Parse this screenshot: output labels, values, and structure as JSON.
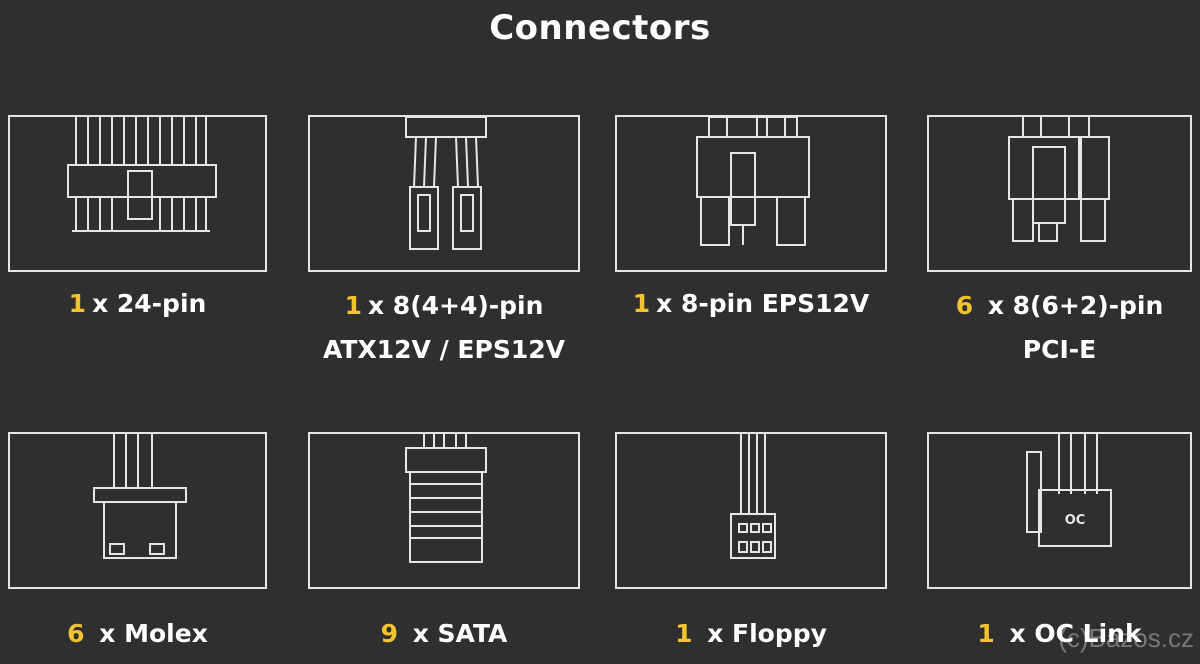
{
  "title": "Connectors",
  "connectors": [
    {
      "count": "1",
      "line1": "x 24-pin",
      "line2": "",
      "icon": "atx-24pin-icon"
    },
    {
      "count": "1",
      "line1": "x 8(4+4)-pin",
      "line2": "ATX12V / EPS12V",
      "icon": "atx12v-4plus4-icon"
    },
    {
      "count": "1",
      "line1": "x 8-pin EPS12V",
      "line2": "",
      "icon": "eps12v-8pin-icon"
    },
    {
      "count": "6",
      "line1": "x 8(6+2)-pin",
      "line2": "PCI-E",
      "icon": "pcie-6plus2-icon"
    },
    {
      "count": "6",
      "line1": "x Molex",
      "line2": "",
      "icon": "molex-icon"
    },
    {
      "count": "9",
      "line1": "x SATA",
      "line2": "",
      "icon": "sata-icon"
    },
    {
      "count": "1",
      "line1": "x Floppy",
      "line2": "",
      "icon": "floppy-icon"
    },
    {
      "count": "1",
      "line1": "x OC Link",
      "line2": "",
      "icon": "oc-link-icon",
      "icon_text": "OC"
    }
  ],
  "watermark": "(c)Bazos.cz",
  "colors": {
    "background": "#2f2f2f",
    "accent": "#f2c230",
    "line": "#e6e6e6"
  }
}
